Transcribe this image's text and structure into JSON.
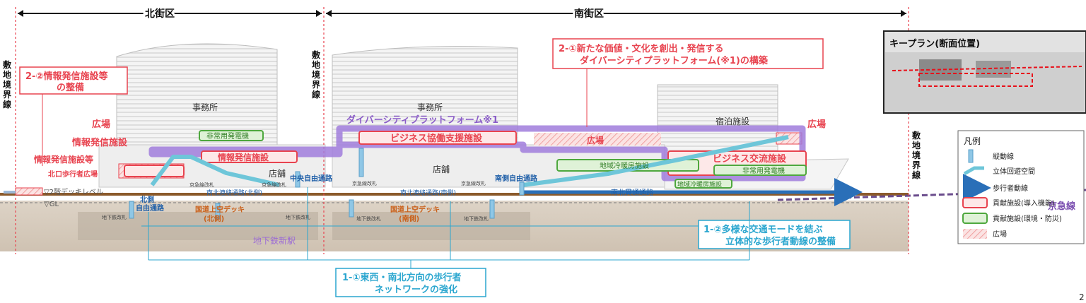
{
  "zones": {
    "north": "北街区",
    "south": "南街区"
  },
  "site_boundary": "敷地境界線",
  "callouts": {
    "c22": [
      "2-②情報発信施設等",
      "の整備"
    ],
    "c21": [
      "2-①新たな価値・文化を創出・発信する",
      "ダイバーシティプラットフォーム(※1)の構築"
    ],
    "c12": [
      "1-②多様な交通モードを結ぶ",
      "立体的な歩行者動線の整備"
    ],
    "c11": [
      "1-①東西・南北方向の歩行者",
      "ネットワークの強化"
    ]
  },
  "buildings": {
    "office_north": "事務所",
    "office_south": "事務所",
    "hotel": "宿泊施設",
    "shop_north": "店舗",
    "shop_south": "店舗"
  },
  "labels": {
    "plaza": "広場",
    "info_facility": "情報発信施設",
    "info_facility_etc": "情報発信施設等",
    "north_exit_plaza": "北口歩行者広場",
    "deck_level": "▽2階デッキレベル",
    "gl": "▽GL",
    "emergency_gen": "非常用発電機",
    "diversity_platform": "ダイバーシティプラットフォーム※1",
    "biz_support": "ビジネス協働支援施設",
    "biz_exchange": "ビジネス交流施設",
    "dhc": "地域冷暖房施設",
    "central_passage": "中央自由通路",
    "south_passage": "南側自由通路",
    "north_passage": [
      "北側",
      "自由通路"
    ],
    "ns_link_north": "南北連絡通路(北側)",
    "ns_link_south": "南北連絡通路(南側)",
    "ns_through": "南北貫通通路",
    "keikyu_gate": "京急線改札",
    "route_deck_north": [
      "国道上空デッキ",
      "(北側)"
    ],
    "route_deck_south": [
      "国道上空デッキ",
      "(南側)"
    ],
    "subway_gate": "地下鉄改札",
    "subway_station": "地下鉄新駅",
    "keikyu_line": "京急線"
  },
  "keyplan": {
    "title": "キープラン(断面位置)"
  },
  "legend": {
    "title": "凡例",
    "items": [
      {
        "label": "縦動線",
        "icon": "vertical-arrow"
      },
      {
        "label": "立体回遊空間",
        "icon": "3d-circulation-arrow"
      },
      {
        "label": "歩行者動線",
        "icon": "pedestrian-arrow"
      },
      {
        "label": "貢献施設(導入機能)",
        "icon": "red-box"
      },
      {
        "label": "貢献施設(環境・防災)",
        "icon": "green-box"
      },
      {
        "label": "広場",
        "icon": "hatch"
      }
    ]
  },
  "page_number": "2",
  "colors": {
    "red": "#e8434f",
    "green": "#4ea83e",
    "purple": "#9b6ad6",
    "blue": "#2a8fd0",
    "cyan": "#6ec6d9",
    "orange": "#e07a2b"
  }
}
